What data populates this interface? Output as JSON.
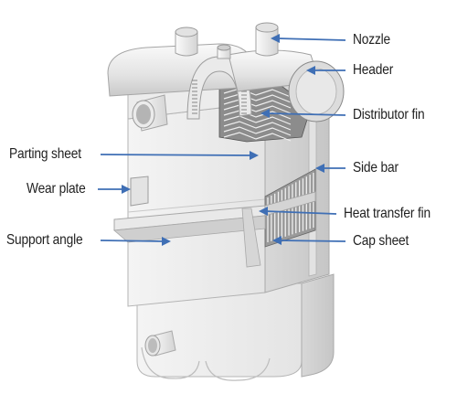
{
  "labels": {
    "nozzle": "Nozzle",
    "header": "Header",
    "distributor_fin": "Distributor fin",
    "side_bar": "Side bar",
    "heat_transfer_fin": "Heat transfer fin",
    "cap_sheet": "Cap sheet",
    "parting_sheet": "Parting sheet",
    "wear_plate": "Wear plate",
    "support_angle": "Support angle"
  },
  "colors": {
    "arrow": "#3f6fb5",
    "label_text": "#1f1f1f",
    "body_light": "#efefef",
    "body_mid": "#d9d9d9",
    "body_dark": "#bdbdbd",
    "fin_dark": "#555555"
  }
}
